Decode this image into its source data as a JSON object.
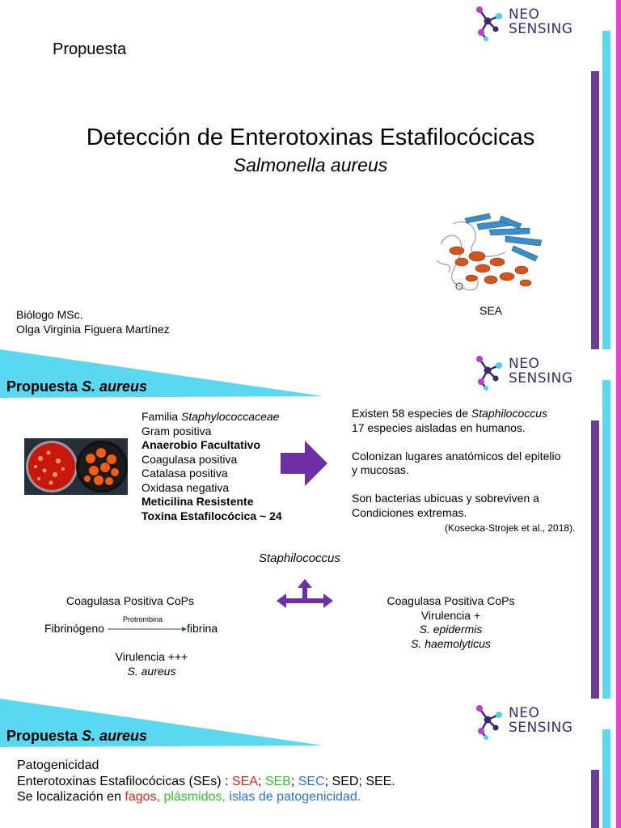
{
  "logo": {
    "line1": "NEO",
    "line2": "SENSING"
  },
  "colors": {
    "cyan": "#5ad8ef",
    "purple": "#6a3d9a",
    "pink": "#f23ccf",
    "arrow": "#6e2fa6",
    "sea": "#e5211c",
    "seb": "#31c42c",
    "sec": "#2574e6"
  },
  "slide1": {
    "label": "Propuesta",
    "title": "Detección de Enterotoxinas Estafilocócicas",
    "subtitle": "Salmonella aureus",
    "author_line1": "Biólogo MSc.",
    "author_line2": "Olga Virginia Figuera Martínez",
    "protein_caption": "SEA"
  },
  "slide2": {
    "header_prefix": "Propuesta ",
    "header_italic": "S. aureus",
    "properties": {
      "familia_prefix": "Familia ",
      "familia_name": "Staphylococcaceae",
      "gram": "Gram positiva",
      "anaerobio": "Anaerobio Facultativo",
      "coagulasa": "Coagulasa positiva",
      "catalasa": "Catalasa positiva",
      "oxidasa": "Oxidasa negativa",
      "meticilina": "Meticilina Resistente",
      "toxina": "Toxina Estafilocócica ~ 24"
    },
    "facts": {
      "line1_prefix": "Existen 58 especies de ",
      "line1_italic": "Staphilococcus",
      "line2": "17 especies aisladas en humanos.",
      "line3": "Colonizan lugares anatómicos del epitelio",
      "line4": "y mucosas.",
      "line5": "Son bacterias ubicuas y sobreviven a",
      "line6": "Condiciones extremas.",
      "citation": "(Kosecka-Strojek et al., 2018)."
    },
    "staphilococcus": "Staphilococcus",
    "left_branch": {
      "title": "Coagulasa Positiva CoPs",
      "fibrinogeno": "Fibrinógeno",
      "protrombina": "Protrombina",
      "fibrina": "fibrina",
      "virulencia": "Virulencia +++",
      "species": "S. aureus"
    },
    "right_branch": {
      "title": "Coagulasa Positiva CoPs",
      "virulencia": "Virulencia +",
      "species1": "S. epidermis",
      "species2": "S. haemolyticus"
    }
  },
  "slide3": {
    "header_prefix": "Propuesta ",
    "header_italic": "S. aureus",
    "line1": "Patogenicidad",
    "line2_prefix": "Enterotoxinas Estafilocócicas (SEs) : ",
    "sea": "SEA",
    "seb": "SEB",
    "sec": "SEC",
    "sep": ";",
    "rest": " SED; SEE.",
    "line3_prefix": "Se localización en ",
    "fagos": "fagos,",
    "plasmidos": "plásmidos,",
    "islas": "islas de patogenicidad."
  }
}
